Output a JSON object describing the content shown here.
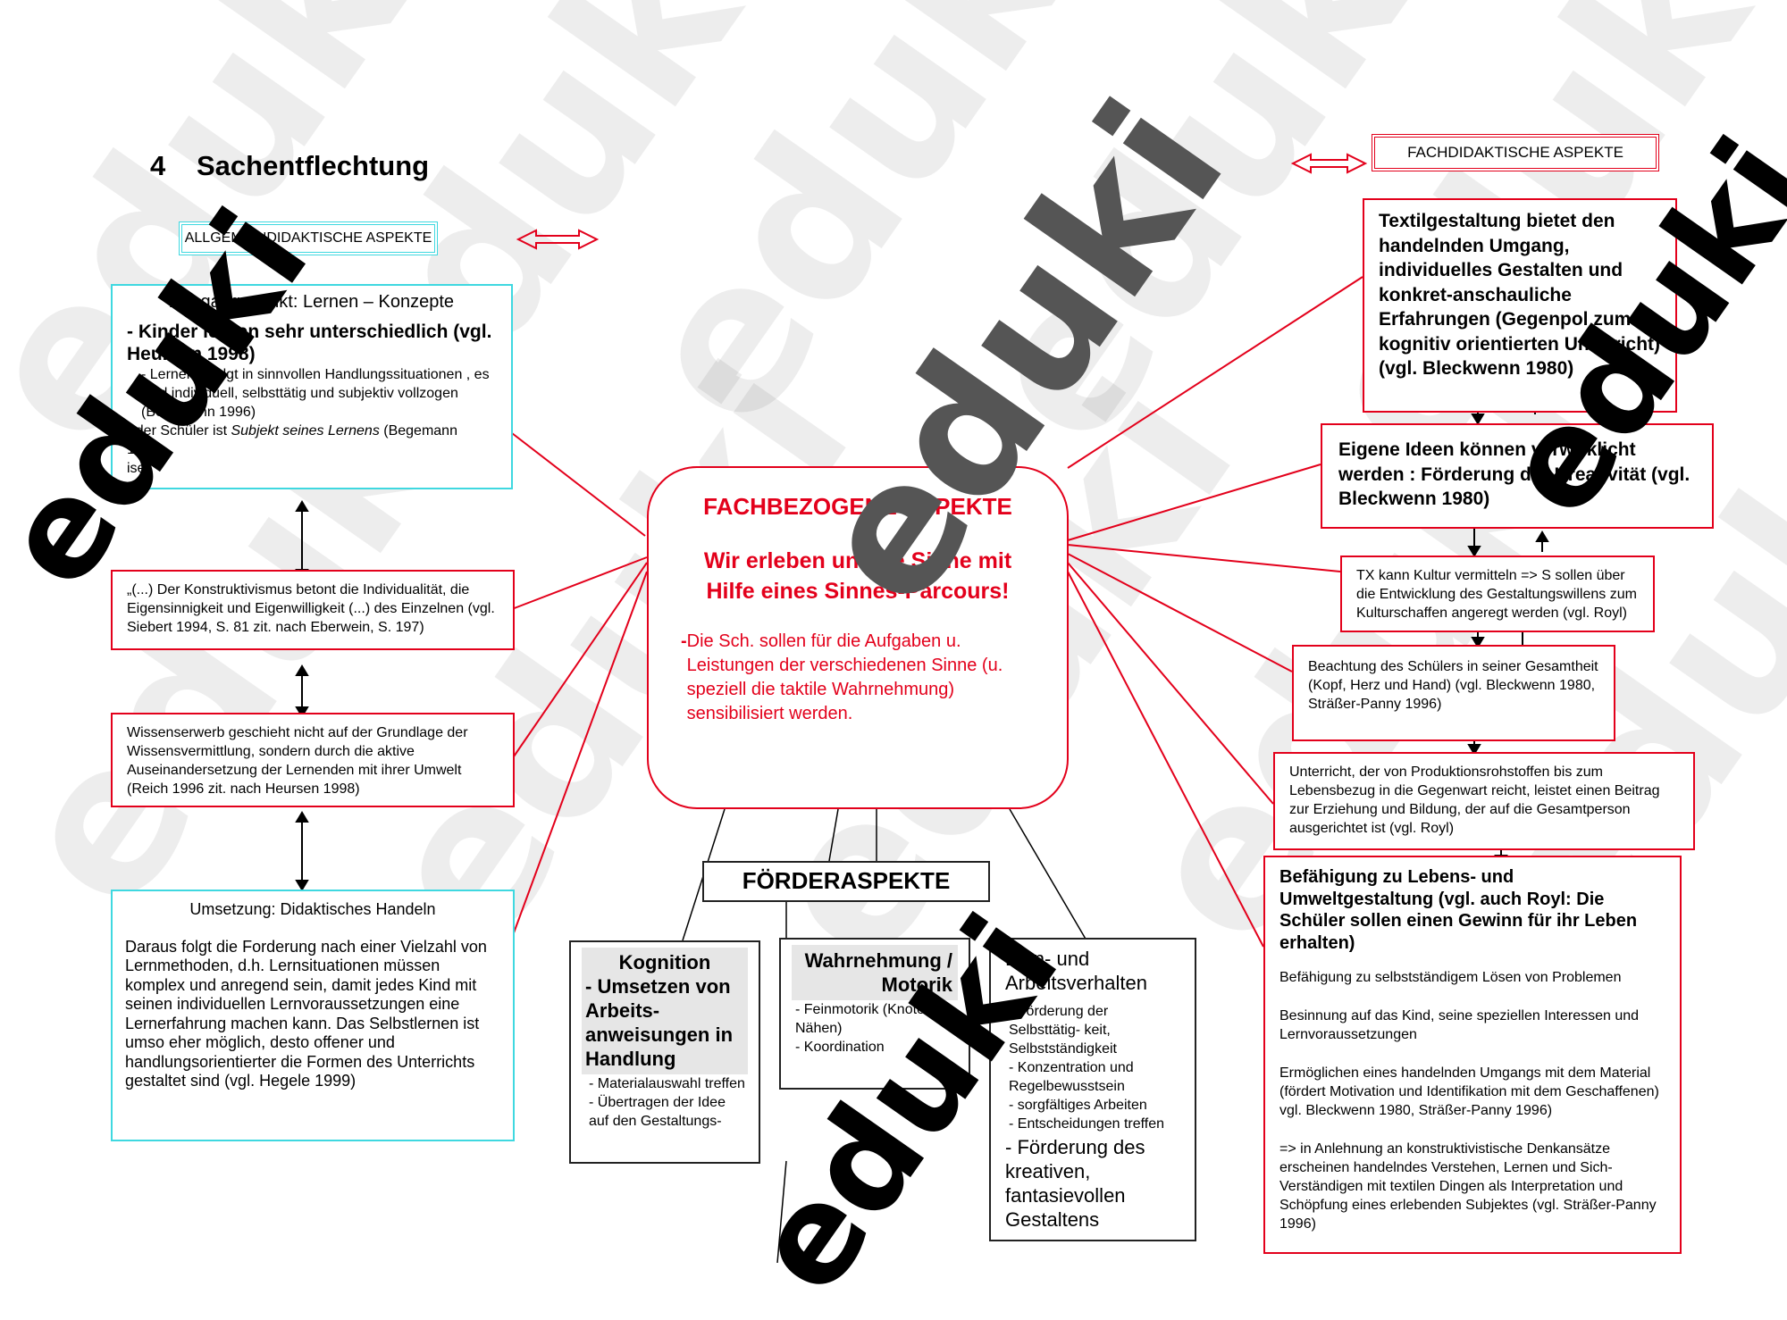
{
  "heading": {
    "number": "4",
    "title": "Sachentflechtung"
  },
  "labels": {
    "allgemein": "ALLGEMEINDIDAKTISCHE ASPEKTE",
    "fachdidaktisch": "FACHDIDAKTISCHE ASPEKTE",
    "foerder": "FÖRDERASPEKTE"
  },
  "center": {
    "title": "FACHBEZOGENE ASPEKTE",
    "subtitle": "Wir erleben unsere Sinne mit Hilfe eines Sinnes-Parcours!",
    "bullet": "-",
    "text": "Die Sch. sollen für die Aufgaben u. Leistungen der verschiedenen Sinne (u. speziell die taktile Wahrnehmung) sensibilisiert werden."
  },
  "left": {
    "box1": {
      "title": "Ausgangspunkt: Lernen – Konzepte",
      "bold": "- Kinder lernen sehr unterschiedlich (vgl. Heursen 1998)",
      "line1": "- Lernen erfolgt in sinnvollen Handlungssituationen , es wird individuell, selbsttätig und subjektiv vollzogen (Begemann 1996)",
      "line2a": "- der Schüler ist ",
      "line2b": "Subjekt seines Lernens",
      "line2c": " (Begemann 1996)",
      "line3": "ise"
    },
    "box2": "„(...) Der Konstruktivismus betont die Individualität, die Eigensinnigkeit und Eigenwilligkeit (...) des Einzelnen (vgl. Siebert 1994,  S. 81 zit. nach Eberwein, S. 197)",
    "box3": "Wissenserwerb geschieht nicht auf der Grundlage der Wissensvermittlung, sondern durch die aktive Auseinandersetzung der Lernenden mit ihrer Umwelt (Reich 1996 zit. nach Heursen 1998)",
    "box4": {
      "title": "Umsetzung: Didaktisches Handeln",
      "text": "Daraus folgt die Forderung nach einer Vielzahl von Lernmethoden, d.h. Lernsituationen müssen komplex und anregend sein, damit jedes Kind mit seinen individuellen Lernvoraussetzungen eine Lernerfahrung machen kann. Das Selbstlernen ist umso eher  möglich, desto offener und handlungsorientierter die Formen des Unterrichts  gestaltet sind (vgl. Hegele 1999)"
    }
  },
  "right": {
    "box1": "Textilgestaltung bietet den handelnden Umgang, individuelles Gestalten und konkret-anschauliche Erfahrungen (Gegenpol zum kognitiv orientierten Unterricht) (vgl. Bleckwenn 1980)",
    "box2": "Eigene Ideen können verwirklicht werden : Förderung der Kreativität (vgl. Bleckwenn 1980)",
    "box3": "TX  kann Kultur vermitteln => S sollen über die Entwicklung des Gestaltungswillens zum Kulturschaffen angeregt werden (vgl. Royl)",
    "box4": "Beachtung des Schülers in seiner Gesamtheit (Kopf, Herz und Hand) (vgl. Bleckwenn 1980, Sträßer-Panny 1996)",
    "box5": "Unterricht, der von Produktionsrohstoffen bis zum Lebensbezug in die Gegenwart reicht, leistet einen Beitrag zur Erziehung und Bildung, der auf die Gesamtperson ausgerichtet ist (vgl. Royl)",
    "box6": {
      "title": "Befähigung zu  Lebens- und Umweltgestaltung (vgl. auch Royl: Die Schüler sollen einen Gewinn für ihr Leben erhalten)",
      "p1": "Befähigung zu selbstständigem Lösen von Problemen",
      "p2": "Besinnung auf das Kind, seine speziellen Interessen und Lernvoraussetzungen",
      "p3": "Ermöglichen eines handelnden Umgangs mit dem Material (fördert Motivation und Identifikation mit dem Geschaffenen) vgl. Bleckwenn 1980, Sträßer-Panny 1996)",
      "p4": "=> in Anlehnung an konstruktivistische Denkansätze erscheinen handelndes Verstehen, Lernen und Sich-Verständigen mit textilen Dingen als Interpretation und Schöpfung eines erlebenden Subjektes (vgl. Sträßer-Panny 1996)"
    }
  },
  "bottom": {
    "kog": {
      "title": "Kognition",
      "bold": "- Umsetzen von Arbeits- anweisungen in Handlung",
      "i1": "- Materialauswahl treffen",
      "i2": "- Übertragen der Idee  auf  den Gestaltungs-"
    },
    "wahr": {
      "title": "Wahrnehmung /",
      "title2": "Motorik",
      "i1": "- Feinmotorik (Knoten, Nähen)",
      "i2": "- Koordination"
    },
    "lern": {
      "title": "Lern- und Arbeitsverhalten",
      "i1": "- Förderung der Selbsttätig- keit, Selbstständigkeit",
      "i2": "- Konzentration und Regelbewusstsein",
      "i3": "- sorgfältiges Arbeiten",
      "i4": "- Entscheidungen treffen",
      "big": "- Förderung des kreativen, fantasievollen Gestaltens"
    }
  },
  "watermark": "eduki",
  "colors": {
    "red": "#e3001b",
    "cyan": "#3fd8e0",
    "black": "#000000"
  }
}
